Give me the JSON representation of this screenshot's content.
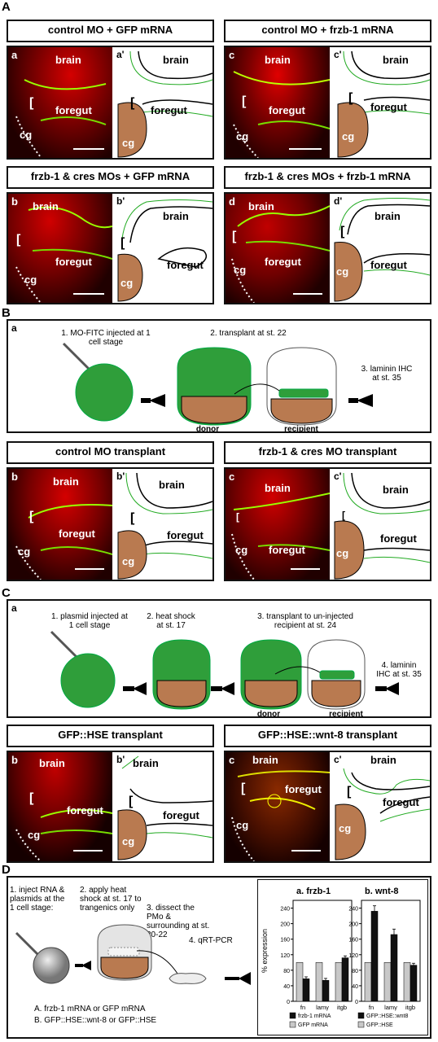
{
  "sections": {
    "A": "A",
    "B": "B",
    "C": "C",
    "D": "D"
  },
  "A": {
    "titles": [
      "control MO + GFP mRNA",
      "control MO + frzb-1 mRNA",
      "frzb-1 & cres MOs + GFP mRNA",
      "frzb-1 & cres MOs + frzb-1 mRNA"
    ],
    "panel_letters": [
      "a",
      "a'",
      "c",
      "c'",
      "b",
      "b'",
      "d",
      "d'"
    ]
  },
  "B": {
    "panel_a": "a",
    "steps": [
      "1. MO-FITC injected at 1 cell stage",
      "2. transplant at st. 22",
      "3. laminin IHC at st. 35"
    ],
    "donor": "donor",
    "recipient": "recipient",
    "titles": [
      "control MO transplant",
      "frzb-1 & cres MO transplant"
    ],
    "panel_letters": [
      "b",
      "b'",
      "c",
      "c'"
    ]
  },
  "C": {
    "panel_a": "a",
    "steps": [
      "1. plasmid injected at 1 cell stage",
      "2. heat shock at st. 17",
      "3. transplant to un-injected recipient at st. 24",
      "4. laminin IHC at st. 35"
    ],
    "donor": "donor",
    "recipient": "recipient",
    "titles": [
      "GFP::HSE transplant",
      "GFP::HSE::wnt-8 transplant"
    ],
    "panel_letters": [
      "b",
      "b'",
      "c",
      "c'"
    ]
  },
  "labels": {
    "brain": "brain",
    "foregut": "foregut",
    "cg": "cg",
    "bracket": "["
  },
  "D": {
    "steps": [
      "1. inject RNA & plasmids at the 1 cell stage:",
      "2. apply heat shock at st. 17 to trangenics only",
      "3. dissect the PMo & surrounding at st. 20-22",
      "4. qRT-PCR"
    ],
    "options": [
      "A. frzb-1 mRNA or GFP mRNA",
      "B. GFP::HSE::wnt-8 or GFP::HSE"
    ]
  },
  "chart_data": [
    {
      "type": "bar",
      "title": "a. frzb-1",
      "ylabel": "% expression",
      "categories": [
        "fn",
        "lamγ",
        "itgb"
      ],
      "series": [
        {
          "name": "frzb-1 mRNA",
          "values": [
            58,
            54,
            112
          ],
          "color": "#111111"
        },
        {
          "name": "GFP mRNA",
          "values": [
            100,
            100,
            100
          ],
          "color": "#c8c8c8"
        }
      ],
      "ylim": [
        0,
        260
      ],
      "yticks": [
        "0",
        "40",
        "80",
        "120",
        "160",
        "200",
        "240"
      ]
    },
    {
      "type": "bar",
      "title": "b. wnt-8",
      "categories": [
        "fn",
        "lamγ",
        "itgb"
      ],
      "series": [
        {
          "name": "GFP::HSE::wnt8",
          "values": [
            232,
            172,
            93
          ],
          "color": "#111111"
        },
        {
          "name": "GFP::HSE",
          "values": [
            100,
            100,
            100
          ],
          "color": "#c8c8c8"
        }
      ],
      "ylim": [
        0,
        260
      ],
      "yticks": [
        "0",
        "40",
        "80",
        "120",
        "160",
        "200",
        "240"
      ]
    }
  ]
}
